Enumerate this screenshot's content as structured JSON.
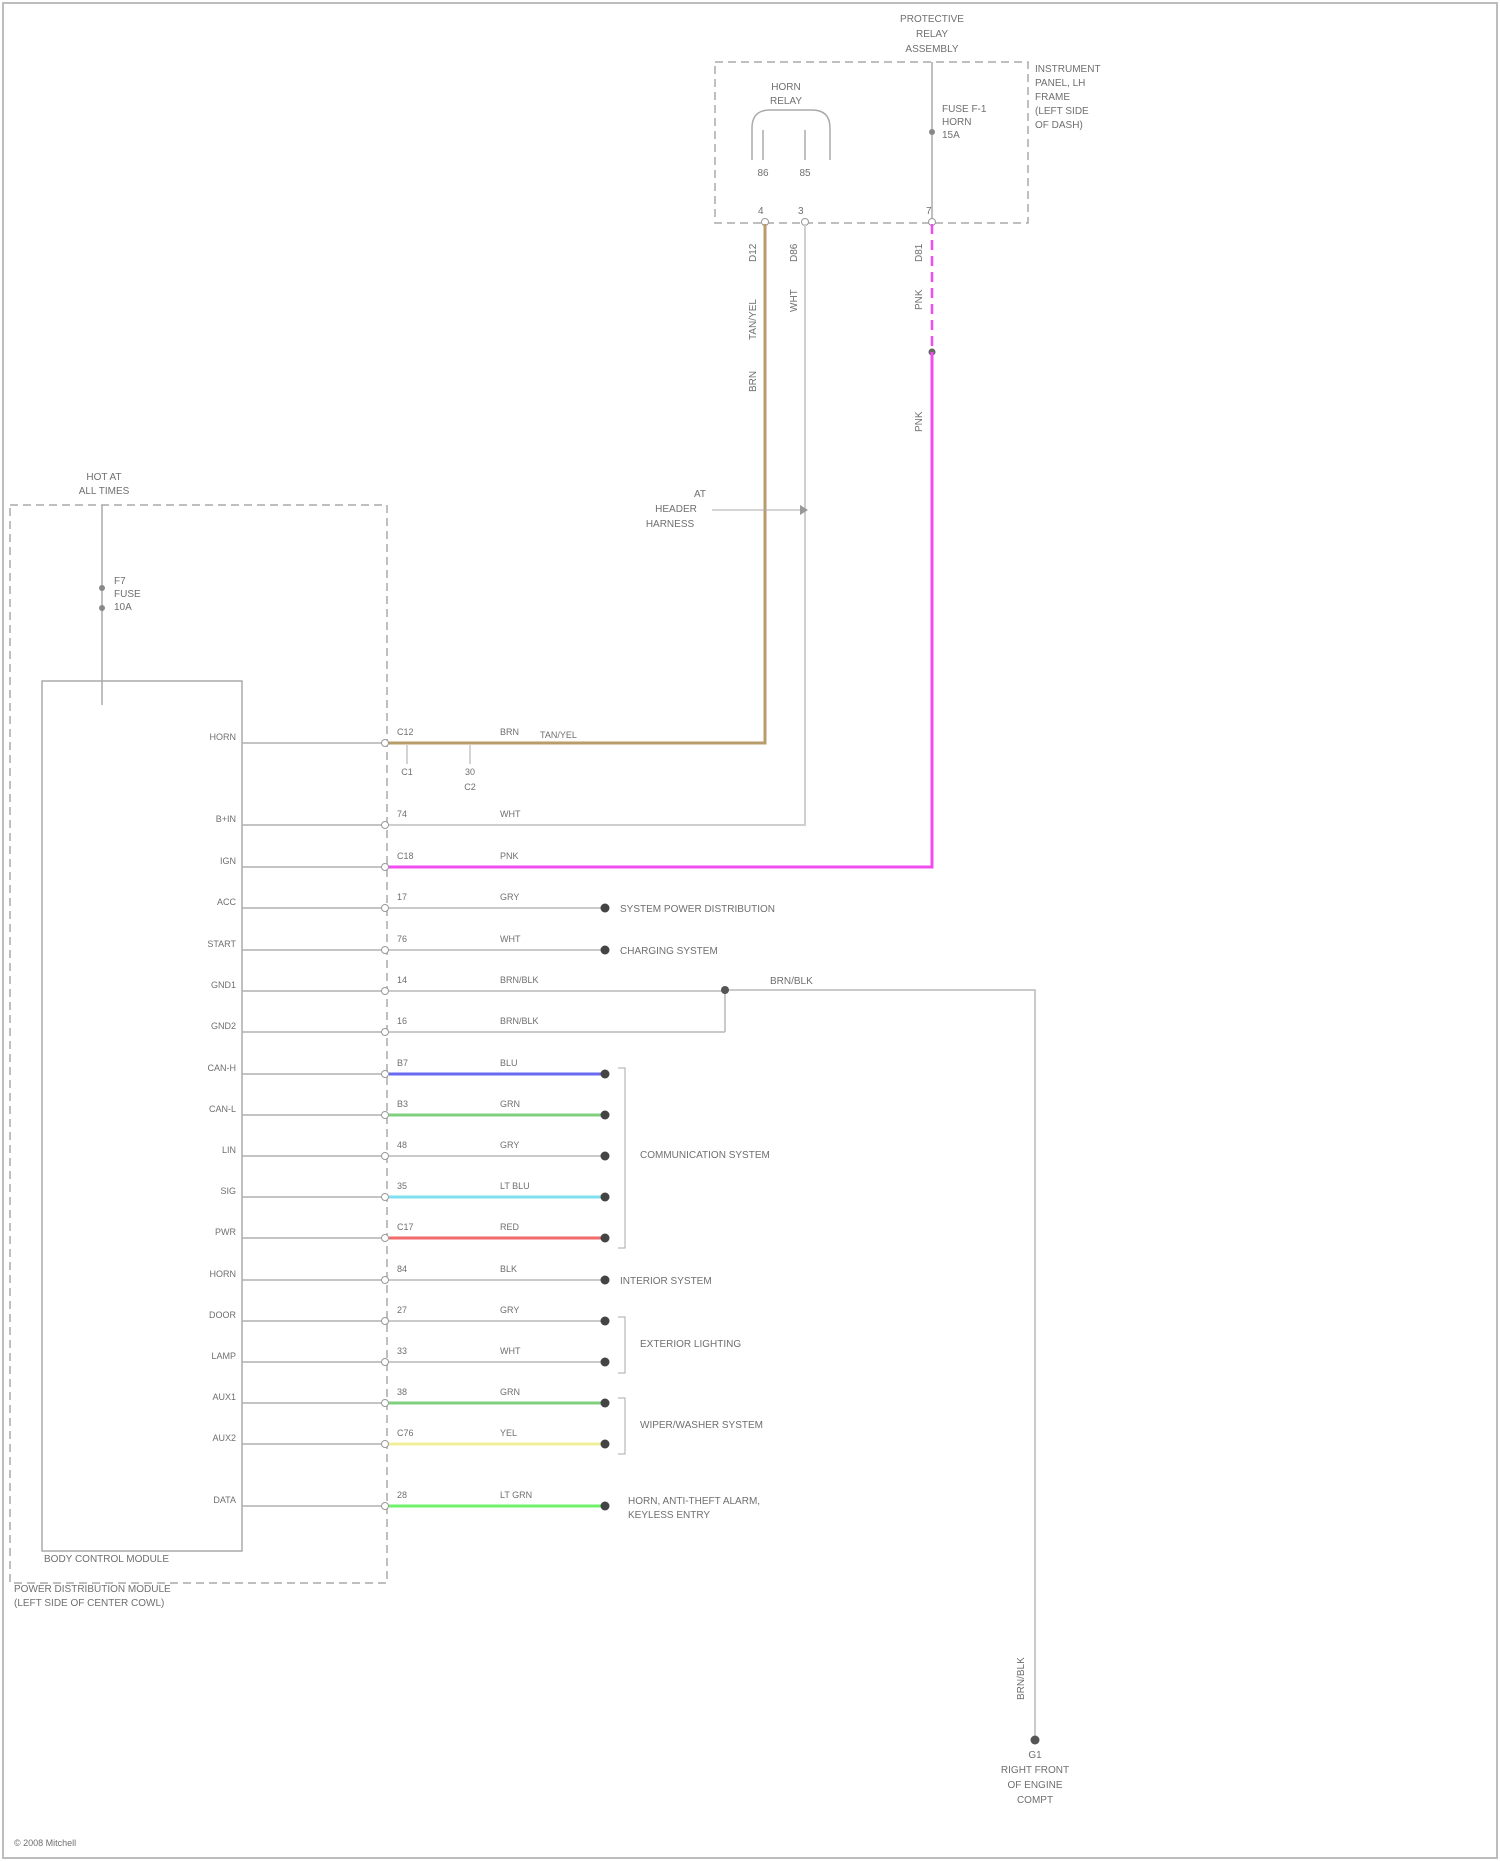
{
  "colors": {
    "frame": "#aaaaaa",
    "wire_default": "#b9b9b9",
    "wire_tan": "#b89c6a",
    "wire_pink": "#f04cf0",
    "wire_blue": "#6a6af0",
    "wire_green": "#80d080",
    "wire_cyan": "#7fe0f0",
    "wire_red": "#f06a6a",
    "wire_yellow": "#f0f09a",
    "wire_lightgreen": "#6ff06a",
    "text": "#6f6f6f"
  },
  "top_component": {
    "title": [
      "PROTECTIVE",
      "RELAY",
      "ASSEMBLY"
    ],
    "side_label": [
      "INSTRUMENT",
      "PANEL, LH",
      "FRAME",
      "(LEFT SIDE",
      "OF DASH)"
    ],
    "relay_label": [
      "HORN",
      "RELAY"
    ],
    "relay_pins": [
      "86",
      "85"
    ],
    "fuse_label": [
      "FUSE F-1",
      "HORN",
      "15A"
    ],
    "pin_labels": [
      "4",
      "3",
      "7"
    ],
    "wire_labels": {
      "left_upper": "D12",
      "left_mid": "TAN/YEL",
      "left_lower": "BRN",
      "center_upper": "D86",
      "center_mid": "WHT",
      "right_upper": "D81",
      "right_mid": "PNK",
      "right_lower": "PNK"
    },
    "other_relay_label": [
      "AT",
      "HEADER",
      "HARNESS"
    ]
  },
  "module": {
    "title": [
      "HOT AT",
      "ALL TIMES"
    ],
    "fuse_label": [
      "F7",
      "FUSE",
      "10A"
    ],
    "inner_box_label": "BODY CONTROL MODULE",
    "outer_box_label": [
      "POWER DISTRIBUTION MODULE",
      "(LEFT SIDE OF CENTER COWL)"
    ],
    "connector_labels": [
      "C1",
      "30",
      "C2"
    ],
    "rows": [
      {
        "pin": "HORN",
        "cavity": "C12",
        "wire": "BRN",
        "color": "TAN/YEL",
        "dest": ""
      },
      {
        "pin": "B+IN",
        "cavity": "74",
        "wire": "WHT",
        "color": "",
        "dest": ""
      },
      {
        "pin": "IGN",
        "cavity": "C18",
        "wire": "PNK",
        "color": "",
        "dest": ""
      },
      {
        "pin": "ACC",
        "cavity": "17",
        "wire": "GRY",
        "color": "",
        "dest": "SYSTEM POWER DISTRIBUTION"
      },
      {
        "pin": "START",
        "cavity": "76",
        "wire": "WHT",
        "color": "",
        "dest": "CHARGING SYSTEM"
      },
      {
        "pin": "GND1",
        "cavity": "14",
        "wire": "BRN/BLK",
        "color": "",
        "dest": ""
      },
      {
        "pin": "GND2",
        "cavity": "16",
        "wire": "BRN/BLK",
        "color": "",
        "dest": ""
      },
      {
        "pin": "CAN-H",
        "cavity": "B7",
        "wire": "BLU",
        "color": "",
        "dest": ""
      },
      {
        "pin": "CAN-L",
        "cavity": "B3",
        "wire": "GRN",
        "color": "",
        "dest": ""
      },
      {
        "pin": "LIN",
        "cavity": "48",
        "wire": "GRY",
        "color": "",
        "dest": ""
      },
      {
        "pin": "SIG",
        "cavity": "35",
        "wire": "LT BLU",
        "color": "",
        "dest": ""
      },
      {
        "pin": "PWR",
        "cavity": "C17",
        "wire": "RED",
        "color": "",
        "dest": ""
      },
      {
        "pin": "HORN",
        "cavity": "84",
        "wire": "BLK",
        "color": "",
        "dest": "INTERIOR SYSTEM"
      },
      {
        "pin": "DOOR",
        "cavity": "27",
        "wire": "GRY",
        "color": "",
        "dest": ""
      },
      {
        "pin": "LAMP",
        "cavity": "33",
        "wire": "WHT",
        "color": "",
        "dest": ""
      },
      {
        "pin": "AUX1",
        "cavity": "38",
        "wire": "GRN",
        "color": "",
        "dest": ""
      },
      {
        "pin": "AUX2",
        "cavity": "C76",
        "wire": "YEL",
        "color": "",
        "dest": ""
      },
      {
        "pin": "DATA",
        "cavity": "28",
        "wire": "LT GRN",
        "color": "",
        "dest": ""
      }
    ],
    "group_labels": {
      "data_bus": "COMMUNICATION SYSTEM",
      "lighting": "EXTERIOR LIGHTING",
      "wipers": "WIPER/WASHER SYSTEM",
      "horn_theft": [
        "HORN, ANTI-THEFT ALARM,",
        "KEYLESS ENTRY"
      ]
    },
    "ground_wire_label": "BRN/BLK",
    "ground_wire_vertical_label": "BRN/BLK"
  },
  "ground": {
    "label": [
      "G1",
      "RIGHT FRONT",
      "OF ENGINE",
      "COMPT"
    ]
  },
  "footer": {
    "copyright": "© 2008 Mitchell"
  }
}
